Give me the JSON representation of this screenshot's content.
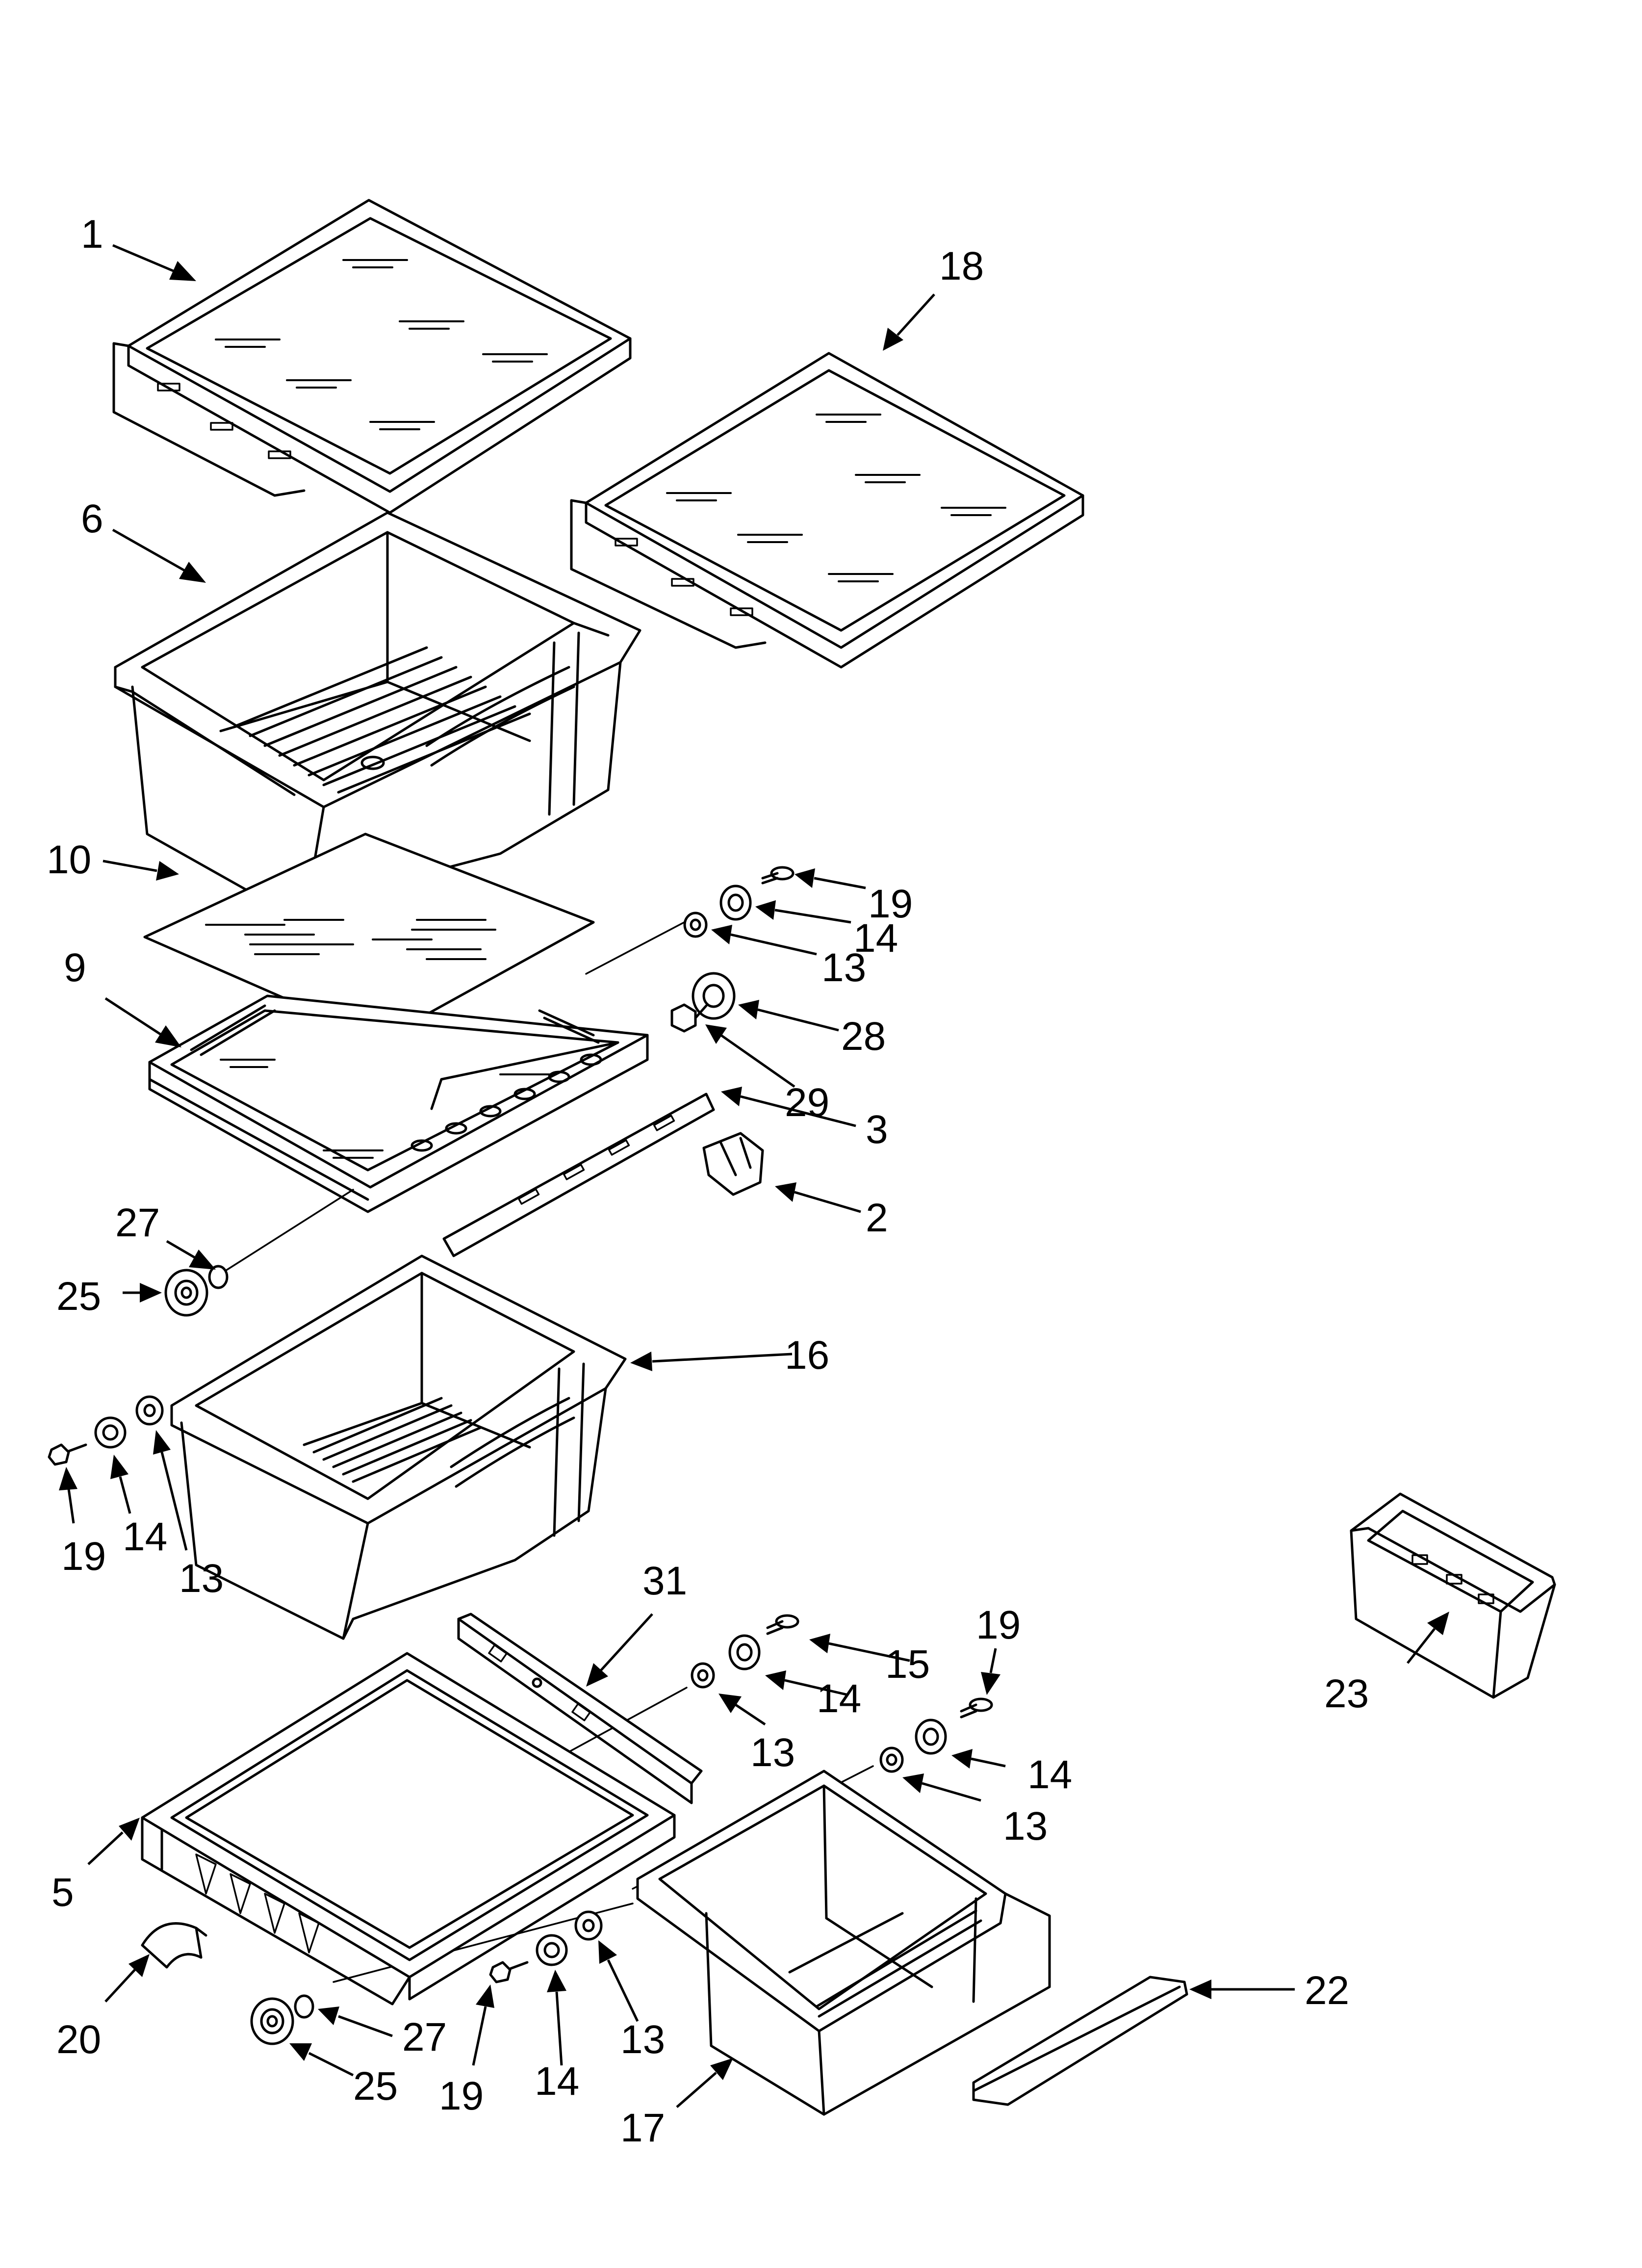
{
  "diagram": {
    "callouts": [
      {
        "id": "c1",
        "label": "1"
      },
      {
        "id": "c18",
        "label": "18"
      },
      {
        "id": "c6",
        "label": "6"
      },
      {
        "id": "c10",
        "label": "10"
      },
      {
        "id": "c9",
        "label": "9"
      },
      {
        "id": "c19a",
        "label": "19"
      },
      {
        "id": "c14a",
        "label": "14"
      },
      {
        "id": "c13a",
        "label": "13"
      },
      {
        "id": "c28",
        "label": "28"
      },
      {
        "id": "c29",
        "label": "29"
      },
      {
        "id": "c3",
        "label": "3"
      },
      {
        "id": "c2",
        "label": "2"
      },
      {
        "id": "c27a",
        "label": "27"
      },
      {
        "id": "c25a",
        "label": "25"
      },
      {
        "id": "c16",
        "label": "16"
      },
      {
        "id": "c19b",
        "label": "19"
      },
      {
        "id": "c14b",
        "label": "14"
      },
      {
        "id": "c13b",
        "label": "13"
      },
      {
        "id": "c31",
        "label": "31"
      },
      {
        "id": "c15",
        "label": "15"
      },
      {
        "id": "c14c",
        "label": "14"
      },
      {
        "id": "c13c",
        "label": "13"
      },
      {
        "id": "c19c",
        "label": "19"
      },
      {
        "id": "c14d",
        "label": "14"
      },
      {
        "id": "c13d",
        "label": "13"
      },
      {
        "id": "c23",
        "label": "23"
      },
      {
        "id": "c5",
        "label": "5"
      },
      {
        "id": "c20",
        "label": "20"
      },
      {
        "id": "c27b",
        "label": "27"
      },
      {
        "id": "c25b",
        "label": "25"
      },
      {
        "id": "c19d",
        "label": "19"
      },
      {
        "id": "c14e",
        "label": "14"
      },
      {
        "id": "c13e",
        "label": "13"
      },
      {
        "id": "c17",
        "label": "17"
      },
      {
        "id": "c22",
        "label": "22"
      }
    ]
  }
}
